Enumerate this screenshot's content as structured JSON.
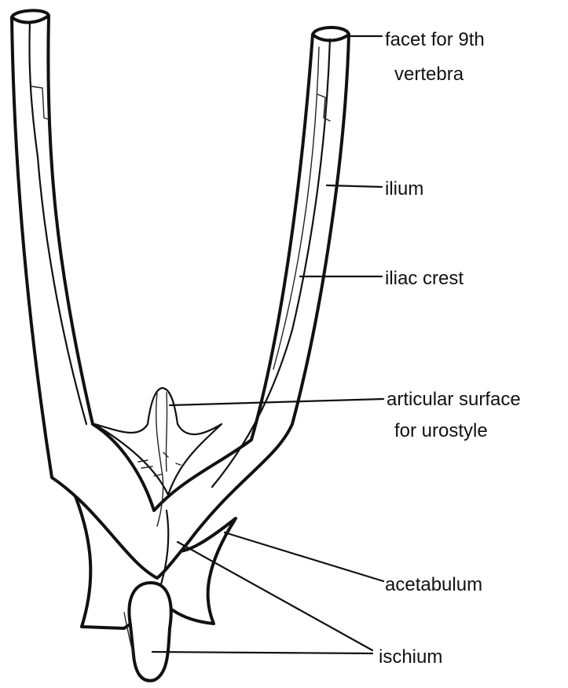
{
  "labels": {
    "facet_line1": "facet for 9th",
    "facet_line2": "vertebra",
    "ilium": "ilium",
    "iliac_crest": "iliac crest",
    "articular_line1": "articular surface",
    "articular_line2": "for urostyle",
    "acetabulum": "acetabulum",
    "ischium": "ischium"
  },
  "colors": {
    "ink": "#111111",
    "background": "#ffffff"
  }
}
